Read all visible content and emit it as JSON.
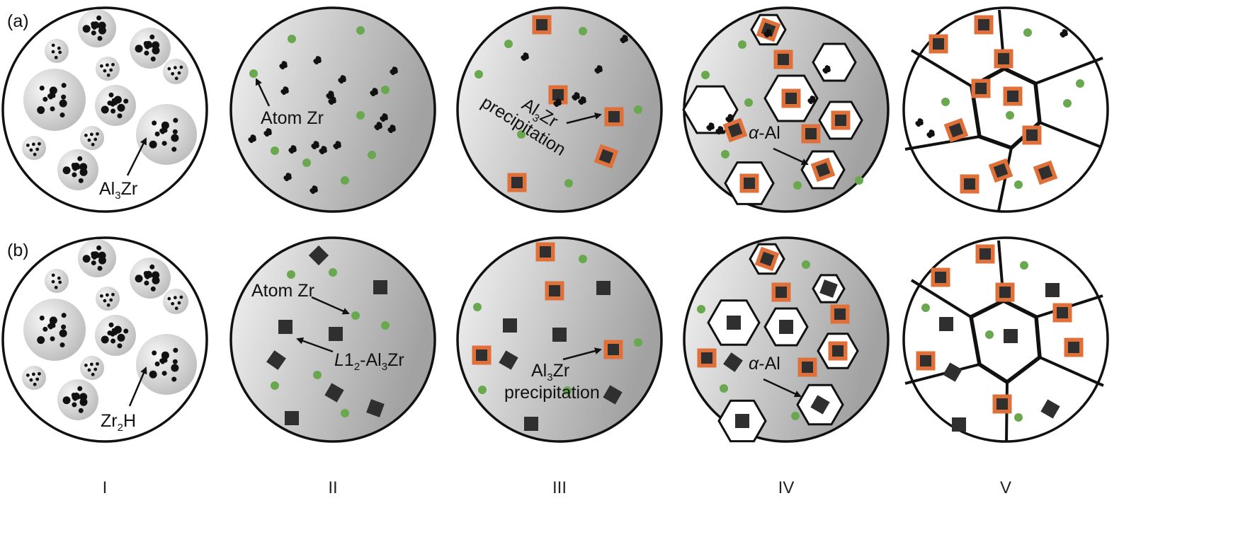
{
  "rows": [
    {
      "label": "(a)",
      "annotations": {
        "I": {
          "main": "Al",
          "sub": "3",
          "rest": "Zr"
        },
        "II": {
          "text": "Atom Zr"
        },
        "III": {
          "line1_main": "Al",
          "line1_sub": "3",
          "line1_rest": "Zr",
          "line2": "precipitation"
        },
        "IV": {
          "prefix": "α",
          "rest": "-Al"
        }
      }
    },
    {
      "label": "(b)",
      "annotations": {
        "I": {
          "main": "Zr",
          "sub": "2",
          "rest": "H"
        },
        "II_atom": {
          "text": "Atom Zr"
        },
        "II_phase": {
          "a": "L",
          "b": "1",
          "c": "2",
          "d": "-Al",
          "e": "3",
          "f": "Zr"
        },
        "III": {
          "line1_main": "Al",
          "line1_sub": "3",
          "line1_rest": "Zr",
          "line2": "precipitation"
        },
        "IV": {
          "prefix": "α",
          "rest": "-Al"
        }
      }
    }
  ],
  "stages": [
    "I",
    "II",
    "III",
    "IV",
    "V"
  ],
  "colors": {
    "zr_atom": "#6aa84f",
    "al3zr_rim": "#e0703a",
    "core": "#2f2f2f",
    "particle": "#111111",
    "disk_light": "#f1f1f1",
    "disk_dark": "#a8a8a8"
  }
}
